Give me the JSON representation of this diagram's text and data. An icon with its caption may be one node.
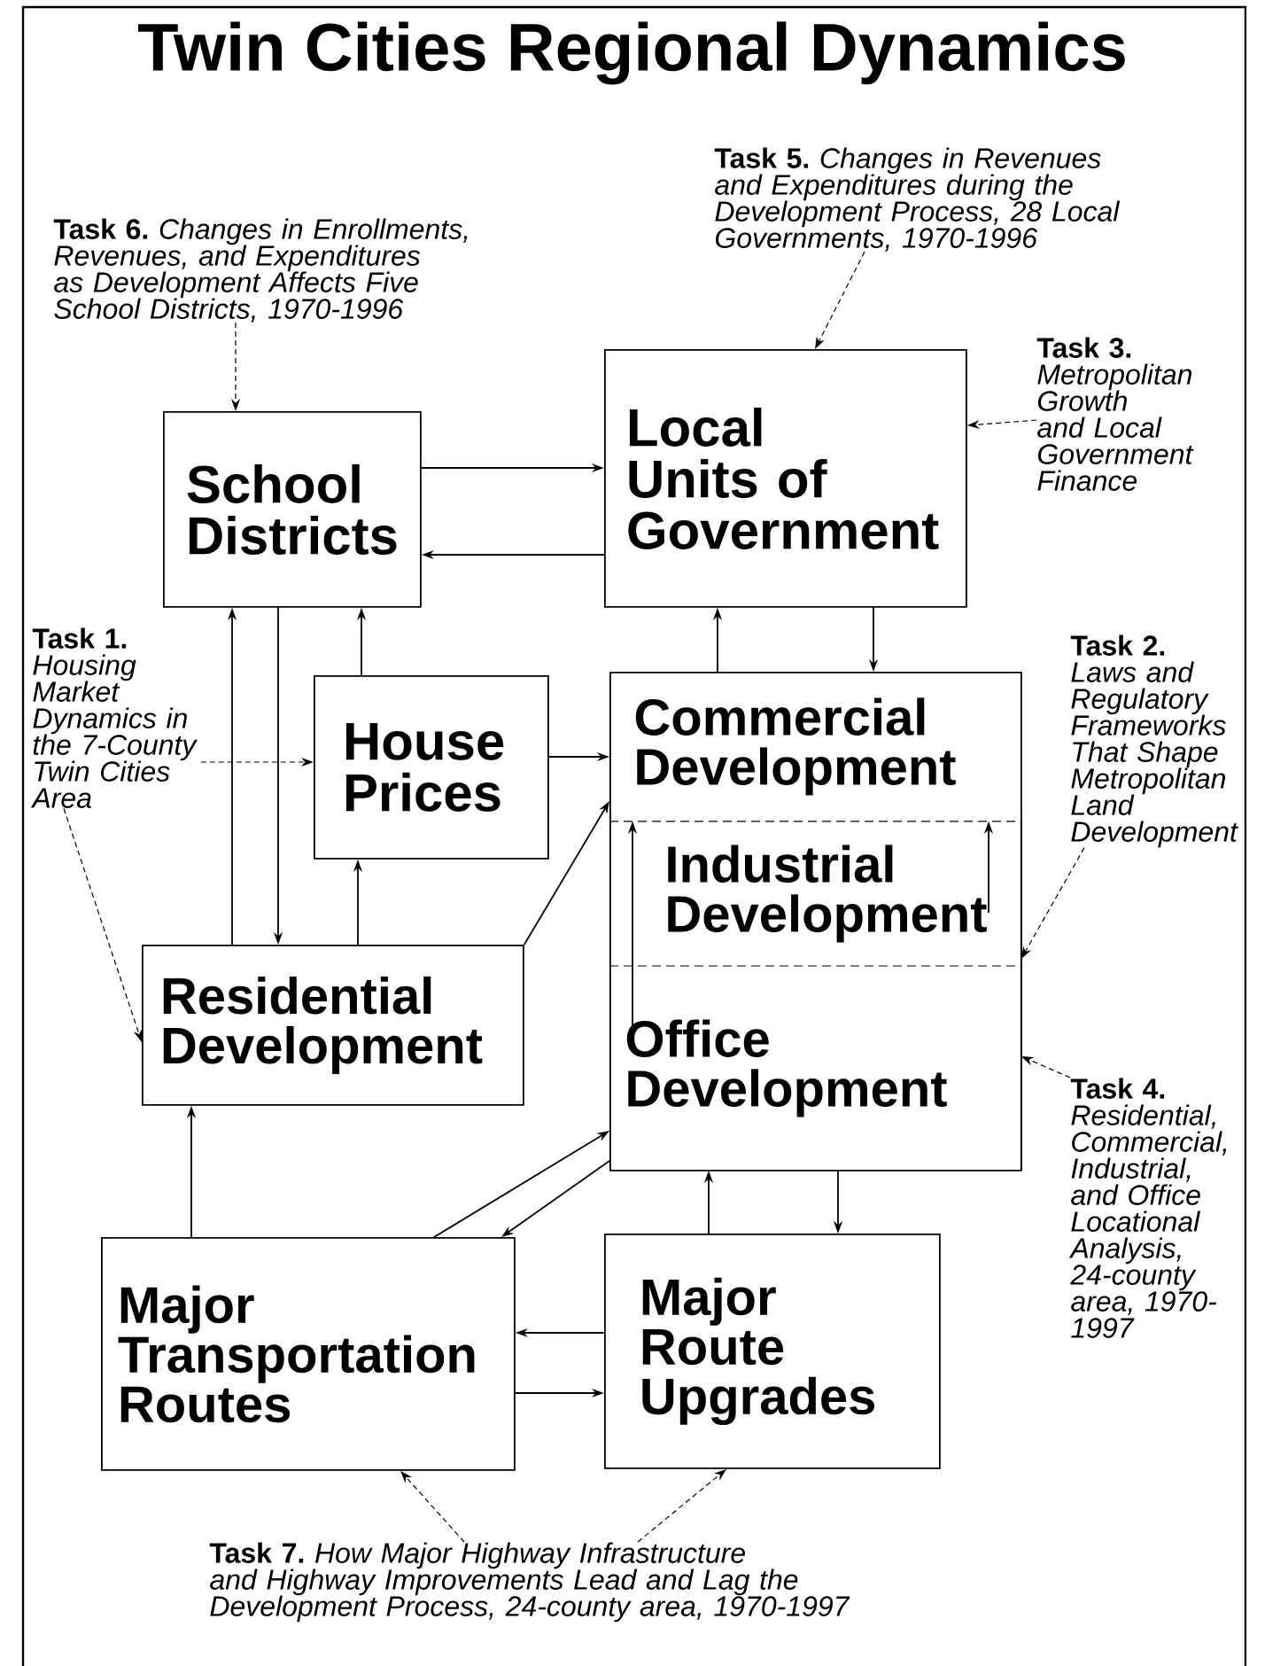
{
  "diagram": {
    "title": "Twin Cities Regional Dynamics",
    "nodes": [
      {
        "text": [
          "School Districts"
        ]
      },
      {
        "text": [
          "Local Units of Government"
        ]
      },
      {
        "text": [
          "House Prices"
        ]
      },
      {
        "text": [],
        "shape": "box"
      },
      {
        "text": [
          "Commercial Development"
        ],
        "in": 3
      },
      {
        "text": [
          "Industrial Development"
        ],
        "in": 3
      },
      {
        "text": [
          "Office Development"
        ],
        "in": 3
      },
      {
        "text": [
          "Residential Development"
        ]
      },
      {
        "text": [
          "Major Transportation Routes"
        ]
      },
      {
        "text": [
          "Major Route Upgrades"
        ]
      },
      {
        "text": [
          "Task 6.",
          "Changes in Enrollments, Revenues, and Expenditures as Development Affects Five School Districts, 1970-1996"
        ]
      },
      {
        "text": [
          "Task 5.",
          "Changes in Revenues and Expenditures during the Development Process, 28 Local Governments, 1970-1996"
        ]
      },
      {
        "text": [
          "Task 3.",
          "Metropolitan Growth and Local Government Finance"
        ]
      },
      {
        "text": [
          "Task 1.",
          "Housing Market Dynamics in the 7-County Twin Cities Area"
        ]
      },
      {
        "text": [
          "Task 2.",
          "Laws and Regulatory Frameworks That Shape Metropolitan Land Development"
        ]
      },
      {
        "text": [
          "Task 4.",
          "Residential, Commercial, Industrial, and Office Locational Analysis, 24-county area, 1970-1997"
        ]
      },
      {
        "text": [
          "Task 7.",
          "How Major Highway Infrastructure and Highway Improvements Lead and Lag the Development Process, 24-county area, 1970-1997"
        ]
      }
    ],
    "edges": [
      {
        "from": 0,
        "to": 1,
        "arrow": "to"
      },
      {
        "from": 1,
        "to": 0,
        "arrow": "to"
      },
      {
        "from": 7,
        "to": 0,
        "arrow": "to"
      },
      {
        "from": 0,
        "to": 7,
        "arrow": "to"
      },
      {
        "from": 2,
        "to": 0,
        "arrow": "to"
      },
      {
        "from": 7,
        "to": 2,
        "arrow": "to"
      },
      {
        "from": 2,
        "to": 4,
        "arrow": "to"
      },
      {
        "from": 7,
        "to": 4,
        "arrow": "to"
      },
      {
        "from": 4,
        "to": 1,
        "arrow": "to"
      },
      {
        "from": 1,
        "to": 4,
        "arrow": "to"
      },
      {
        "from": 6,
        "to": 4,
        "arrow": "to"
      },
      {
        "from": 5,
        "to": 4,
        "arrow": "to"
      },
      {
        "from": 8,
        "to": 6,
        "arrow": "to"
      },
      {
        "from": 6,
        "to": 8,
        "arrow": "to"
      },
      {
        "from": 9,
        "to": 6,
        "arrow": "to"
      },
      {
        "from": 6,
        "to": 9,
        "arrow": "to"
      },
      {
        "from": 9,
        "to": 8,
        "arrow": "to"
      },
      {
        "from": 8,
        "to": 9,
        "arrow": "to"
      },
      {
        "from": 8,
        "to": 7,
        "arrow": "to"
      },
      {
        "from": 10,
        "to": 0,
        "arrow": "to",
        "style": "dashed"
      },
      {
        "from": 11,
        "to": 1,
        "arrow": "to",
        "style": "dashed"
      },
      {
        "from": 12,
        "to": 1,
        "arrow": "to",
        "style": "dashed"
      },
      {
        "from": 13,
        "to": 2,
        "arrow": "to",
        "style": "dashed"
      },
      {
        "from": 13,
        "to": 7,
        "arrow": "to",
        "style": "dashed"
      },
      {
        "from": 14,
        "to": 5,
        "arrow": "to",
        "style": "dashed"
      },
      {
        "from": 15,
        "to": 6,
        "arrow": "to",
        "style": "dashed"
      },
      {
        "from": 16,
        "to": 8,
        "arrow": "to",
        "style": "dashed"
      },
      {
        "from": 16,
        "to": 9,
        "arrow": "to",
        "style": "dashed"
      }
    ]
  }
}
